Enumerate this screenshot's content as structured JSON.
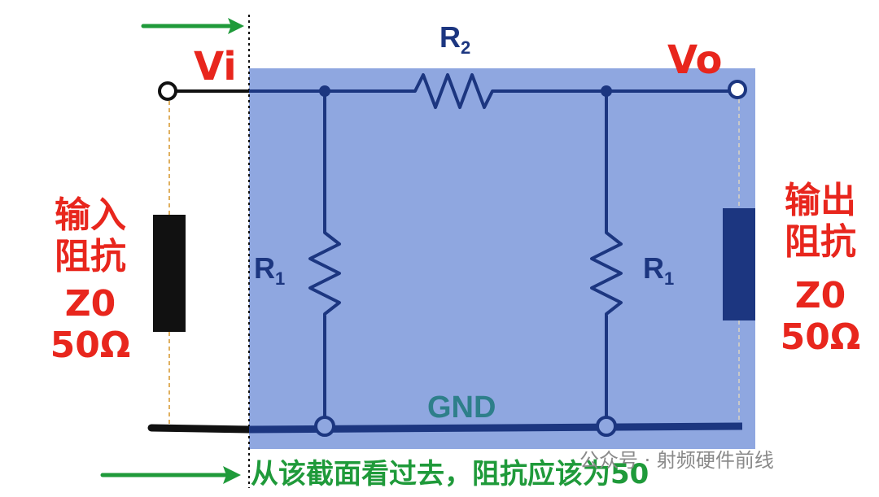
{
  "labels": {
    "vi": "Vi",
    "vo": "Vo",
    "r2": {
      "base": "R",
      "sub": "2"
    },
    "r1_left": {
      "base": "R",
      "sub": "1"
    },
    "r1_right": {
      "base": "R",
      "sub": "1"
    },
    "gnd": "GND"
  },
  "input_impedance": {
    "line1": "输入",
    "line2": "阻抗",
    "line3": "Z0",
    "line4": "50Ω"
  },
  "output_impedance": {
    "line1": "输出",
    "line2": "阻抗",
    "line3": "Z0",
    "line4": "50Ω"
  },
  "caption": "从该截面看过去，阻抗应该为50",
  "watermark": "公众号 · 射频硬件前线",
  "colors": {
    "highlight_box": "#8fa7e0",
    "circuit_line": "#1c3680",
    "label_red": "#e8261d",
    "arrow_green": "#1f9a3a",
    "gnd_text": "#2e7f8a",
    "input_impedance_block": "#111111",
    "output_impedance_block": "#1c3680"
  }
}
